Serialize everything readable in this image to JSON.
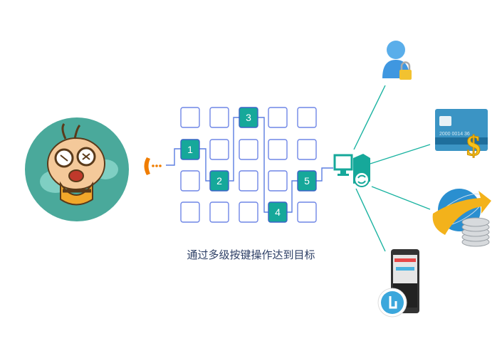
{
  "caption": "通过多级按键操作达到目标",
  "steps": [
    "1",
    "2",
    "3",
    "4",
    "5"
  ],
  "card_number": "2000 0014 36",
  "card_symbol": "$",
  "colors": {
    "teal": "#16a89a",
    "grid_stroke": "#6f86e6",
    "phone_orange": "#f07d00",
    "ray": "#1bb3a1",
    "avatar_bg": "#4aa99b"
  },
  "icons": [
    "bee-avatar-icon",
    "phone-call-icon",
    "server-sync-icon",
    "user-lock-icon",
    "credit-card-dollar-icon",
    "globe-coins-icon",
    "mobile-touch-icon"
  ]
}
